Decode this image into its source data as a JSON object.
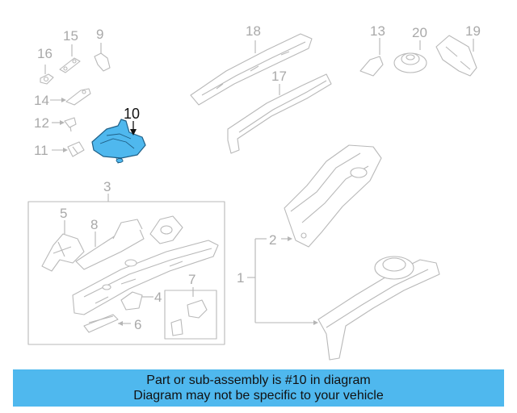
{
  "callouts": {
    "c1": "1",
    "c2": "2",
    "c3": "3",
    "c4": "4",
    "c5": "5",
    "c6": "6",
    "c7": "7",
    "c8": "8",
    "c9": "9",
    "c10": "10",
    "c11": "11",
    "c12": "12",
    "c13": "13",
    "c14": "14",
    "c15": "15",
    "c16": "16",
    "c17": "17",
    "c18": "18",
    "c19": "19",
    "c20": "20"
  },
  "highlight": {
    "part": "10",
    "color": "#4fb8ee"
  },
  "banner": {
    "line1": "Part or sub-assembly is #10 in diagram",
    "line2": "Diagram may not be specific to your vehicle",
    "color": "#4fb8ee"
  }
}
